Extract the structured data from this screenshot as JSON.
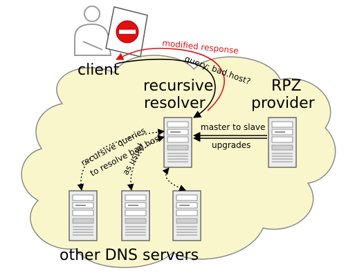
{
  "labels": {
    "client": "client",
    "resolver_line1": "recursive",
    "resolver_line2": "resolver",
    "rpz_line1": "RPZ",
    "rpz_line2": "provider",
    "other_servers": "other DNS servers",
    "modified_response": "modified response",
    "query": "query: bad.host?",
    "master_to_slave": "master to slave",
    "upgrades": "upgrades",
    "recursive_queries": "recursive queries",
    "to_resolve": "to resolve bad.host",
    "as_usual": "as usual"
  },
  "colors": {
    "cloud_fill": "#faf6cc",
    "cloud_stroke": "#8a8a8a",
    "server_fill": "#ececec",
    "server_stroke": "#555555",
    "response_arrow": "#e01010",
    "query_arrow": "#000000",
    "stop_sign": "#e01010"
  },
  "icons": {
    "client": "person-at-computer-icon",
    "blocked": "stop-sign-icon",
    "server": "server-tower-icon"
  }
}
